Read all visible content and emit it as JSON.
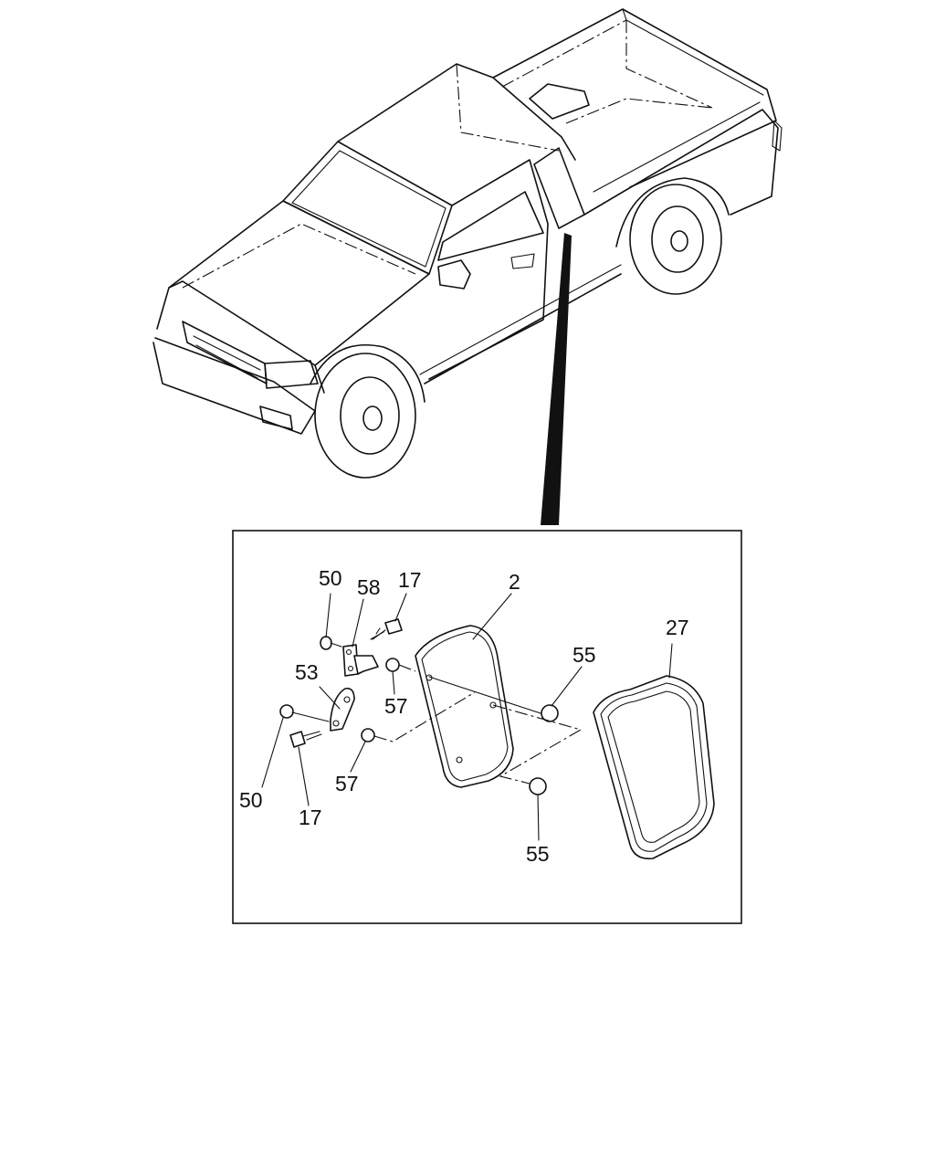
{
  "callouts": {
    "c50_top": "50",
    "c58": "58",
    "c17_top": "17",
    "c2": "2",
    "c53": "53",
    "c57_right": "57",
    "c55_top": "55",
    "c27": "27",
    "c50_bottom": "50",
    "c17_bottom": "17",
    "c57_bottom": "57",
    "c55_bottom": "55"
  },
  "icons": {
    "vehicle": "pickup-truck-illustration",
    "leader": "pointer-leader-icon"
  },
  "colors": {
    "line": "#111111",
    "background": "#ffffff"
  }
}
